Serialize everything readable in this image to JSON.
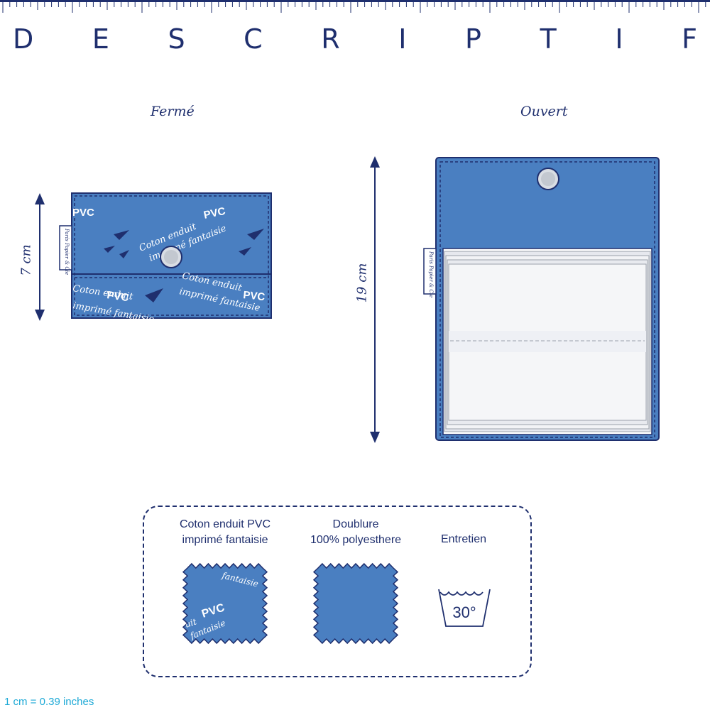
{
  "header": {
    "title_letters": [
      "D",
      "E",
      "S",
      "C",
      "R",
      "I",
      "P",
      "T",
      "I",
      "F"
    ]
  },
  "views": {
    "closed": {
      "label": "Fermé",
      "height_label": "7 cm"
    },
    "open": {
      "label": "Ouvert",
      "height_label": "19 cm"
    }
  },
  "fabric_print": {
    "line1": "Coton enduit",
    "line2": "imprimé fantaisie",
    "badge": "PVC",
    "tag": "Paris Papier & Cie"
  },
  "care": {
    "items": [
      {
        "line1": "Coton enduit PVC",
        "line2": "imprimé fantaisie"
      },
      {
        "line1": "Doublure",
        "line2": "100% polyesthere"
      },
      {
        "line1": "Entretien",
        "line2": ""
      }
    ],
    "wash_temperature": "30°",
    "swatch_print": {
      "badge": "PVC",
      "text1": "fantaisie",
      "text2": "uit",
      "text3": "fantaisie"
    }
  },
  "footnote": "1 cm = 0.39 inches",
  "colors": {
    "navy": "#1f2f6e",
    "fabric_blue": "#4a7fc1",
    "light_blue": "#6a9ad2",
    "footnote": "#1da9d6"
  }
}
